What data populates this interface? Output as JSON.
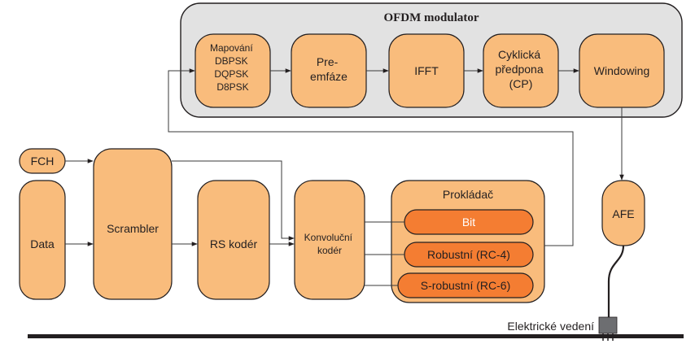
{
  "ofdm": {
    "title": "OFDM modulator",
    "mapping": [
      "Mapování",
      "DBPSK",
      "DQPSK",
      "D8PSK"
    ],
    "preemphasis": [
      "Pre-",
      "emfáze"
    ],
    "ifft": "IFFT",
    "cp": [
      "Cyklická",
      "předpona",
      "(CP)"
    ],
    "windowing": "Windowing"
  },
  "blocks": {
    "fch": "FCH",
    "data": "Data",
    "scrambler": "Scrambler",
    "rs": "RS kodér",
    "conv": [
      "Konvoluční",
      "kodér"
    ],
    "interleaver": {
      "title": "Prokládač",
      "modes": [
        "Bit",
        "Robustní (RC-4)",
        "S-robustní (RC-6)"
      ]
    },
    "afe": "AFE"
  },
  "powerline": {
    "label": "Elektrické vedení"
  },
  "colors": {
    "block_fill": "#f9bc7c",
    "mode_fill": "#f47d32",
    "ofdm_bg": "#e2e2e2",
    "stroke": "#231f20",
    "line": "#3a3a3a"
  }
}
